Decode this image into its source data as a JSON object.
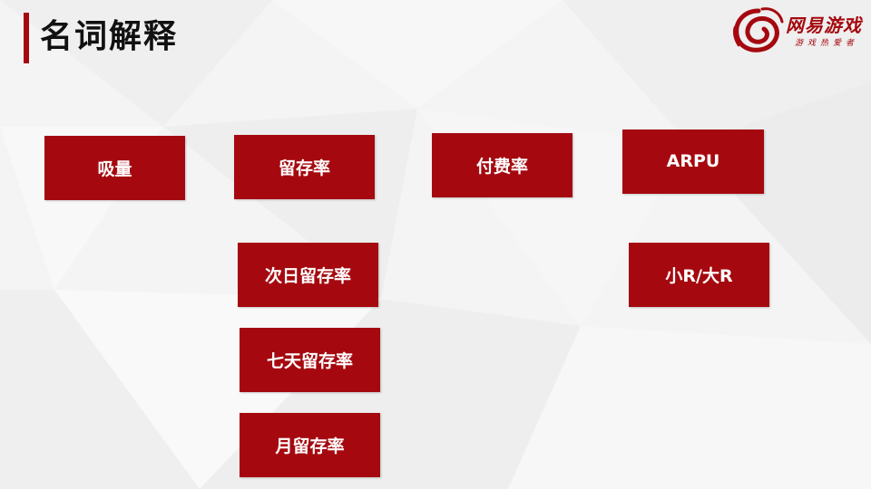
{
  "slide": {
    "title": "名词解释"
  },
  "logo": {
    "name": "网易游戏",
    "tagline": "游戏热爱者"
  },
  "terms": [
    "吸量",
    "留存率",
    "付费率",
    "ARPU",
    "次日留存率",
    "小R/大R",
    "七天留存率",
    "月留存率"
  ],
  "colors": {
    "accent": "#a5090f",
    "background": "#f4f4f4",
    "card_text": "#ffffff"
  }
}
